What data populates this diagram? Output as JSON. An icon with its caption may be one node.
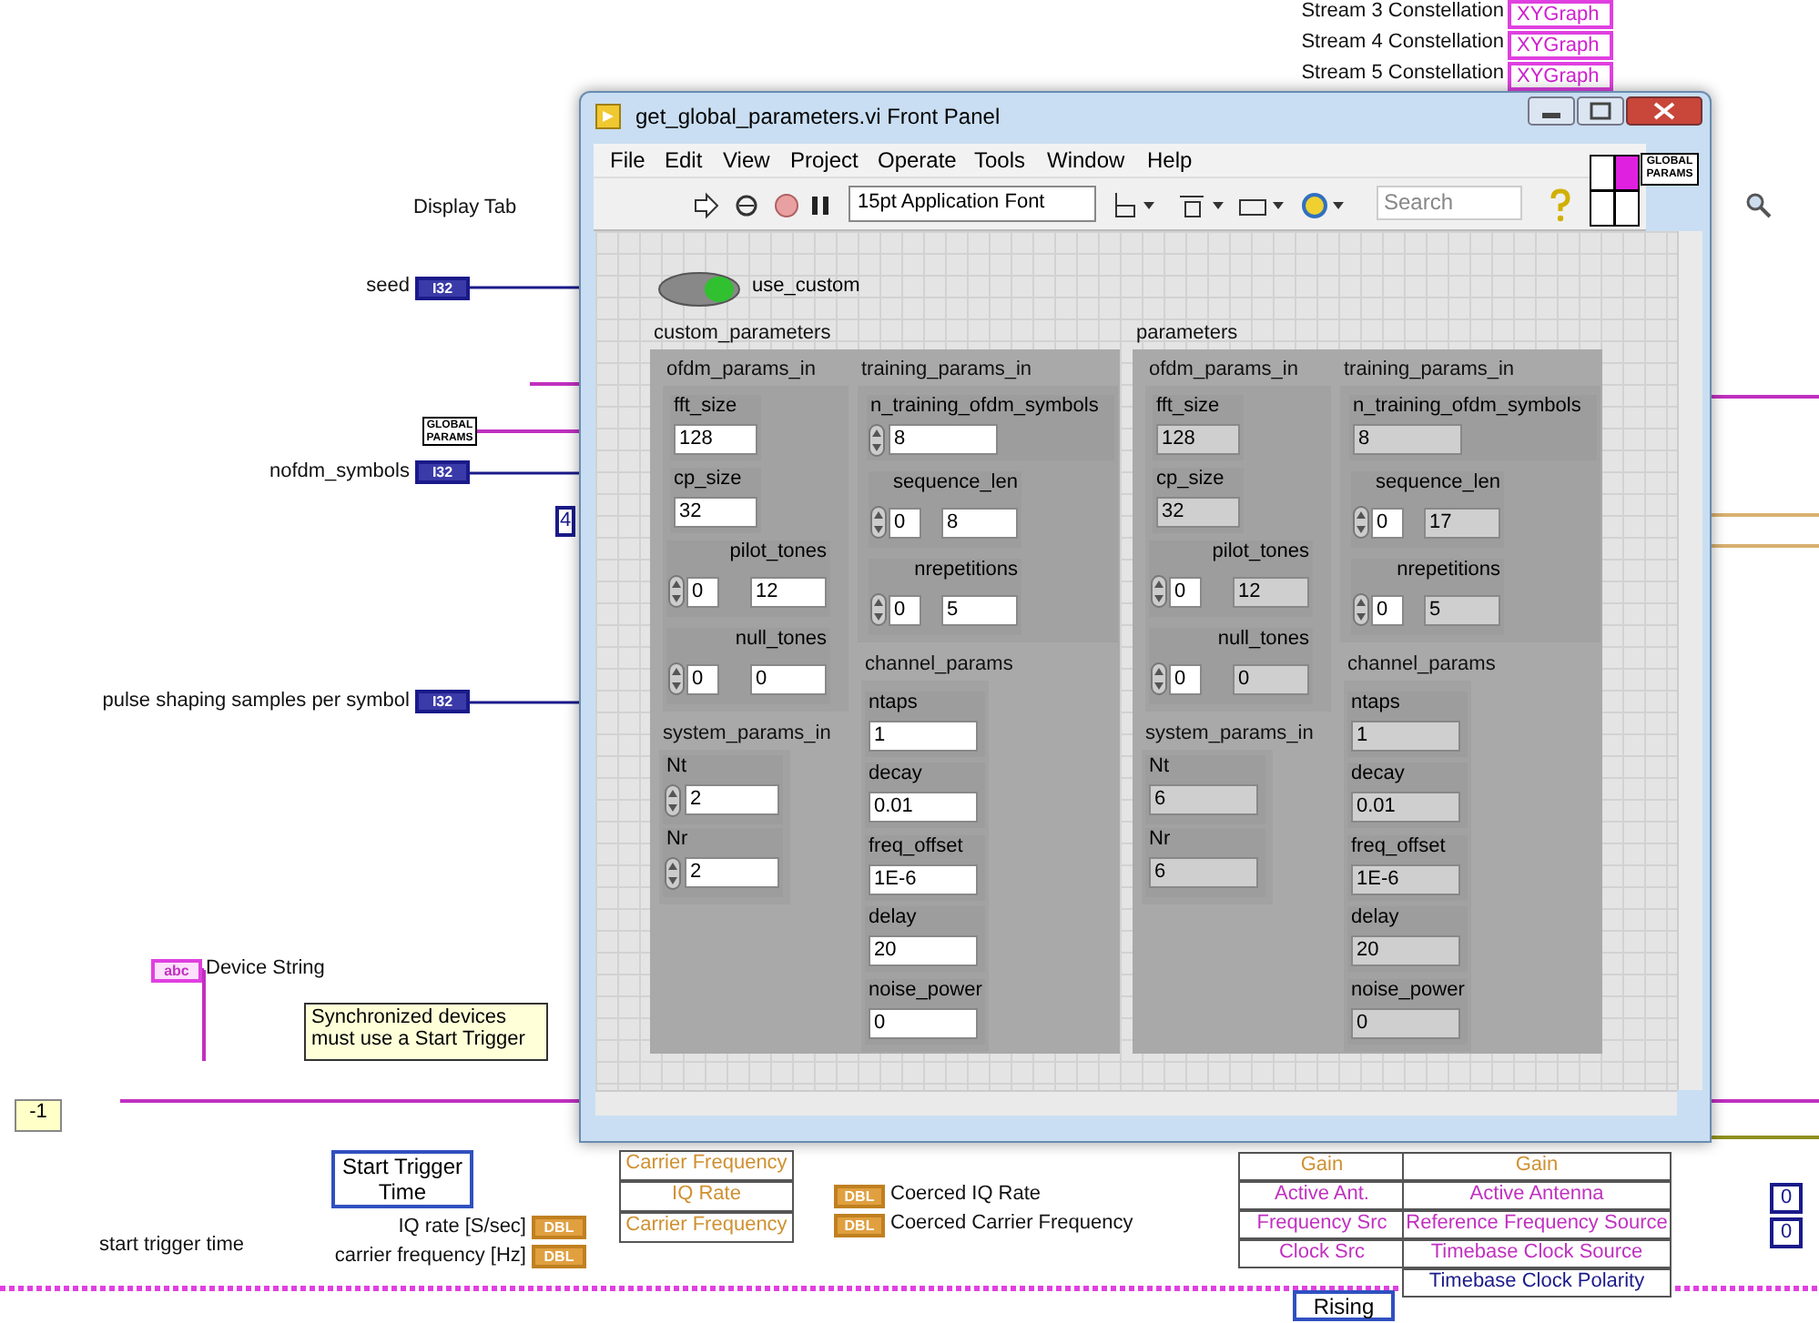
{
  "diagram": {
    "nodes": [
      {
        "text": [
          "get_global_parameters.vi Front Panel"
        ]
      },
      {
        "text": [
          "custom_parameters"
        ],
        "in": 0
      },
      {
        "text": [
          "ofdm_params_in"
        ],
        "in": 1
      },
      {
        "text": [
          "fft_size",
          "128"
        ],
        "in": 2
      },
      {
        "text": [
          "cp_size",
          "32"
        ],
        "in": 2
      },
      {
        "text": [
          "pilot_tones",
          "0",
          "12"
        ],
        "in": 2
      },
      {
        "text": [
          "null_tones",
          "0",
          "0"
        ],
        "in": 2
      },
      {
        "text": [
          "system_params_in"
        ],
        "in": 1
      },
      {
        "text": [
          "Nt",
          "2"
        ],
        "in": 7
      },
      {
        "text": [
          "Nr",
          "2"
        ],
        "in": 7
      },
      {
        "text": [
          "training_params_in"
        ],
        "in": 1
      },
      {
        "text": [
          "n_training_ofdm_symbols",
          "8"
        ],
        "in": 10
      },
      {
        "text": [
          "sequence_len",
          "0",
          "8"
        ],
        "in": 10
      },
      {
        "text": [
          "nrepetitions",
          "0",
          "5"
        ],
        "in": 10
      },
      {
        "text": [
          "channel_params"
        ],
        "in": 1
      },
      {
        "text": [
          "ntaps",
          "1"
        ],
        "in": 14
      },
      {
        "text": [
          "decay",
          "0.01"
        ],
        "in": 14
      },
      {
        "text": [
          "freq_offset",
          "1E-6"
        ],
        "in": 14
      },
      {
        "text": [
          "delay",
          "20"
        ],
        "in": 14
      },
      {
        "text": [
          "noise_power",
          "0"
        ],
        "in": 14
      },
      {
        "text": [
          "parameters"
        ],
        "in": 0
      },
      {
        "text": [
          "ofdm_params_in"
        ],
        "in": 20
      },
      {
        "text": [
          "fft_size",
          "128"
        ],
        "in": 21
      },
      {
        "text": [
          "cp_size",
          "32"
        ],
        "in": 21
      },
      {
        "text": [
          "pilot_tones",
          "0",
          "12"
        ],
        "in": 21
      },
      {
        "text": [
          "null_tones",
          "0",
          "0"
        ],
        "in": 21
      },
      {
        "text": [
          "system_params_in"
        ],
        "in": 20
      },
      {
        "text": [
          "Nt",
          "6"
        ],
        "in": 26
      },
      {
        "text": [
          "Nr",
          "6"
        ],
        "in": 26
      },
      {
        "text": [
          "training_params_in"
        ],
        "in": 20
      },
      {
        "text": [
          "n_training_ofdm_symbols",
          "8"
        ],
        "in": 29
      },
      {
        "text": [
          "sequence_len",
          "0",
          "17"
        ],
        "in": 29
      },
      {
        "text": [
          "nrepetitions",
          "0",
          "5"
        ],
        "in": 29
      },
      {
        "text": [
          "channel_params"
        ],
        "in": 20
      },
      {
        "text": [
          "ntaps",
          "1"
        ],
        "in": 33
      },
      {
        "text": [
          "decay",
          "0.01"
        ],
        "in": 33
      },
      {
        "text": [
          "freq_offset",
          "1E-6"
        ],
        "in": 33
      },
      {
        "text": [
          "delay",
          "20"
        ],
        "in": 33
      },
      {
        "text": [
          "noise_power",
          "0"
        ],
        "in": 33
      },
      {
        "text": [
          "use_custom"
        ],
        "in": 0
      }
    ],
    "labels": [
      "Stream 3 Constellation",
      "XYGraph",
      "Stream 4 Constellation",
      "XYGraph",
      "Stream 5 Constellation",
      "XYGraph",
      "File",
      "Edit",
      "View",
      "Project",
      "Operate",
      "Tools",
      "Window",
      "Help",
      "15pt Application Font",
      "Search",
      "GLOBAL PARAMS",
      "Display Tab",
      "seed",
      "I32",
      "GLOBAL PARAMS",
      "nofdm_symbols",
      "I32",
      "4",
      "pulse shaping samples per symbol",
      "I32",
      "abc",
      "Device String",
      "Synchronized devices must use a Start Trigger",
      "-1",
      "Start Trigger Time",
      "Carrier Frequency",
      "IQ Rate",
      "Carrier Frequency",
      "DBL",
      "Coerced IQ Rate",
      "DBL",
      "Coerced Carrier Frequency",
      "start trigger time",
      "IQ rate [S/sec]",
      "DBL",
      "carrier frequency [Hz]",
      "DBL",
      "Gain",
      "Active Ant.",
      "Frequency Src",
      "Clock Src",
      "Gain",
      "Active Antenna",
      "Reference Frequency Source",
      "Timebase Clock Source",
      "Timebase Clock Polarity",
      "Rising",
      "0",
      "0"
    ]
  }
}
